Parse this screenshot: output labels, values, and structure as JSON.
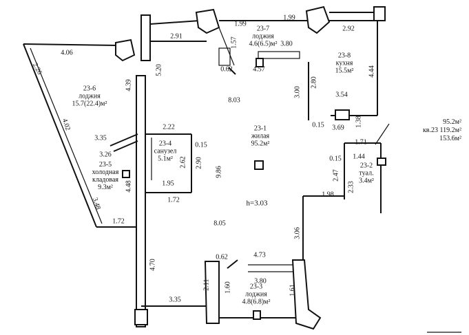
{
  "rooms": {
    "r1": {
      "id": "23-1",
      "name": "жилая",
      "area": "95.2м²"
    },
    "r2": {
      "id": "23-2",
      "name": "туал.",
      "area": "3.4м²"
    },
    "r3": {
      "id": "23-3",
      "name": "лоджия",
      "area": "4.8(6.8)м²"
    },
    "r4": {
      "id": "23-4",
      "name": "санузел",
      "area": "5.1м²"
    },
    "r5": {
      "id": "23-5",
      "name1": "холодная",
      "name2": "кладовая",
      "area": "9.3м²"
    },
    "r6": {
      "id": "23-6",
      "name": "лоджия",
      "area": "15.7(22.4)м²"
    },
    "r7": {
      "id": "23-7",
      "name": "лоджия",
      "area": "4.6(6.5)м²"
    },
    "r8": {
      "id": "23-8",
      "name": "кухня",
      "area": "15.5м²"
    }
  },
  "height": "h=3.03",
  "totals": {
    "living": "95.2м²",
    "flat_label": "кв.23",
    "total": "119.2м²",
    "total_with_loggias": "153.6м²"
  },
  "dims": {
    "d_406": "4.06",
    "d_291": "2.91",
    "d_199a": "1.99",
    "d_199b": "1.99",
    "d_292": "2.92",
    "d_157": "1.57",
    "d_380a": "3.80",
    "d_062a": "0.62",
    "d_457": "4.57",
    "d_520": "5.20",
    "d_226": "2.26",
    "d_439": "4.39",
    "d_803": "8.03",
    "d_300": "3.00",
    "d_280": "2.80",
    "d_354": "3.54",
    "d_444": "4.44",
    "d_402": "4.02",
    "d_015a": "0.15",
    "d_369": "3.69",
    "d_138": "1.38",
    "d_335a": "3.35",
    "d_222": "2.22",
    "d_015b": "0.15",
    "d_171": "1.71",
    "d_326": "3.26",
    "d_262": "2.62",
    "d_290": "2.90",
    "d_986": "9.86",
    "d_015c": "0.15",
    "d_144": "1.44",
    "d_448": "4.48",
    "d_195": "1.95",
    "d_247": "2.47",
    "d_233": "2.33",
    "d_172a": "1.72",
    "d_198": "1.98",
    "d_348": "3.48",
    "d_172b": "1.72",
    "d_805": "8.05",
    "d_306": "3.06",
    "d_062b": "0.62",
    "d_473": "4.73",
    "d_470": "4.70",
    "d_380b": "3.80",
    "d_211": "2.11",
    "d_160": "1.60",
    "d_161": "1.61",
    "d_335b": "3.35"
  }
}
